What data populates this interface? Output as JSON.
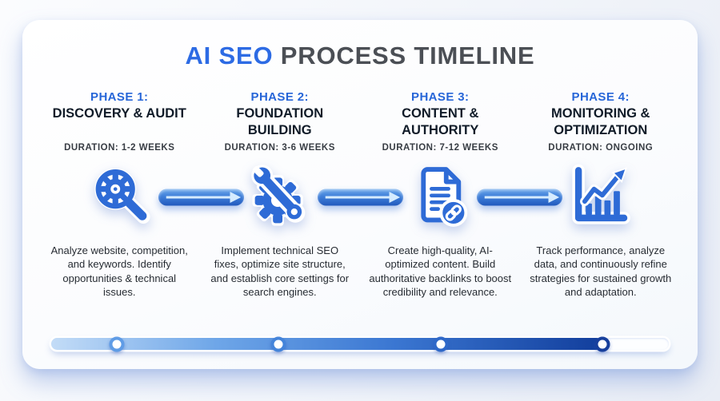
{
  "colors": {
    "accent_blue": "#2d6be4",
    "title_gray": "#4b4f55",
    "icon_blue": "#2e6bd6",
    "progress_dark_blue": "#123e9c"
  },
  "title": {
    "highlight": "AI SEO",
    "rest": " PROCESS TIMELINE"
  },
  "phases": [
    {
      "label": "PHASE 1:",
      "title": "DISCOVERY & AUDIT",
      "duration": "DURATION: 1-2 WEEKS",
      "icon": "magnifier-gear-icon",
      "description": "Analyze website, competition, and keywords. Identify opportunities & technical issues."
    },
    {
      "label": "PHASE 2:",
      "title": "FOUNDATION BUILDING",
      "duration": "DURATION: 3-6 WEEKS",
      "icon": "wrench-gear-icon",
      "description": "Implement technical SEO fixes, optimize site structure, and establish core settings for search engines."
    },
    {
      "label": "PHASE 3:",
      "title": "CONTENT & AUTHORITY",
      "duration": "DURATION: 7-12 WEEKS",
      "icon": "document-link-icon",
      "description": "Create high-quality, AI-optimized content. Build authoritative backlinks to boost credibility and relevance."
    },
    {
      "label": "PHASE 4:",
      "title": "MONITORING & OPTIMIZATION",
      "duration": "DURATION: ONGOING",
      "icon": "growth-chart-icon",
      "description": "Track performance, analyze data, and continuously refine strategies for sustained growth and adaptation."
    }
  ],
  "timeline": {
    "progress_percent": 89.2,
    "milestone_percents": [
      10.6,
      36.8,
      63.1,
      89.2
    ],
    "fill_style": "width:89.2%",
    "dot_styles": [
      "left:10.6%",
      "left:36.8%",
      "left:63.1%",
      "left:89.2%"
    ]
  }
}
